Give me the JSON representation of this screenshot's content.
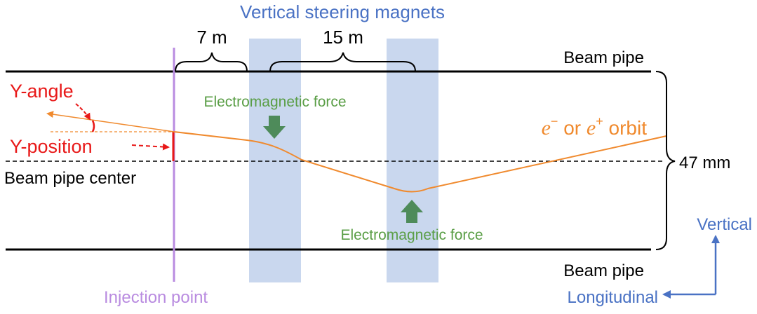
{
  "labels": {
    "title": "Vertical steering magnets",
    "dist_7m": "7 m",
    "dist_15m": "15 m",
    "beam_pipe_top": "Beam pipe",
    "beam_pipe_bottom": "Beam pipe",
    "y_angle": "Y-angle",
    "y_position": "Y-position",
    "beam_pipe_center": "Beam pipe center",
    "em_force_top": "Electromagnetic force",
    "em_force_bottom": "Electromagnetic force",
    "orbit": {
      "e1": "e",
      "sup1": "−",
      "or": " or ",
      "e2": "e",
      "sup2": "+",
      "orbit_word": " orbit"
    },
    "size_47mm": "47 mm",
    "injection_point": "Injection point",
    "axis_vertical": "Vertical",
    "axis_longitudinal": "Longitudinal"
  },
  "colors": {
    "magnet_fill": "#c9d7ee",
    "title_blue": "#4a72c4",
    "orbit_orange": "#f08a2e",
    "red": "#e81818",
    "green": "#5a9e46",
    "green_arrow": "#4e8b5a",
    "injection_purple": "#b98be0",
    "black": "#000000"
  }
}
